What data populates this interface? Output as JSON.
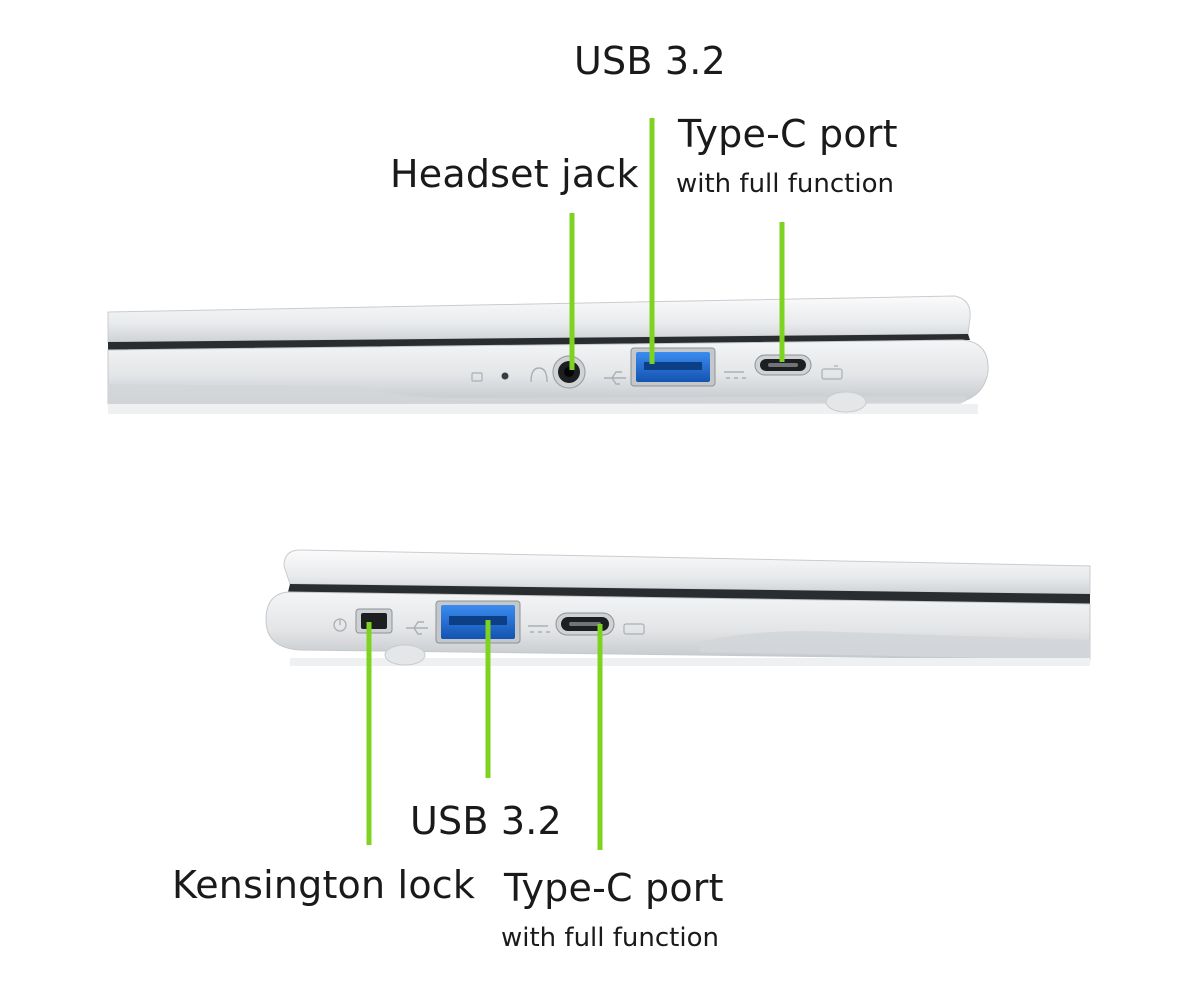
{
  "colors": {
    "callout_line": "#7ed321",
    "body_light": "#eef0f1",
    "body_mid": "#d9dcde",
    "body_shadow": "#b8bcbf",
    "hinge_dark": "#2a2d30",
    "usb_blue": "#1f6fd6",
    "text": "#1a1a1a"
  },
  "top_view": {
    "usb_label": "USB 3.2",
    "typec_label": "Type-C port",
    "typec_sub": "with full function",
    "headset_label": "Headset jack"
  },
  "bottom_view": {
    "usb_label": "USB 3.2",
    "kensington_label": "Kensington lock",
    "typec_label": "Type-C port",
    "typec_sub": "with full function"
  },
  "icons": [
    "led-indicator-icon",
    "headphone-icon",
    "usb-icon",
    "thunderbolt-icon",
    "power-icon",
    "lock-icon"
  ]
}
